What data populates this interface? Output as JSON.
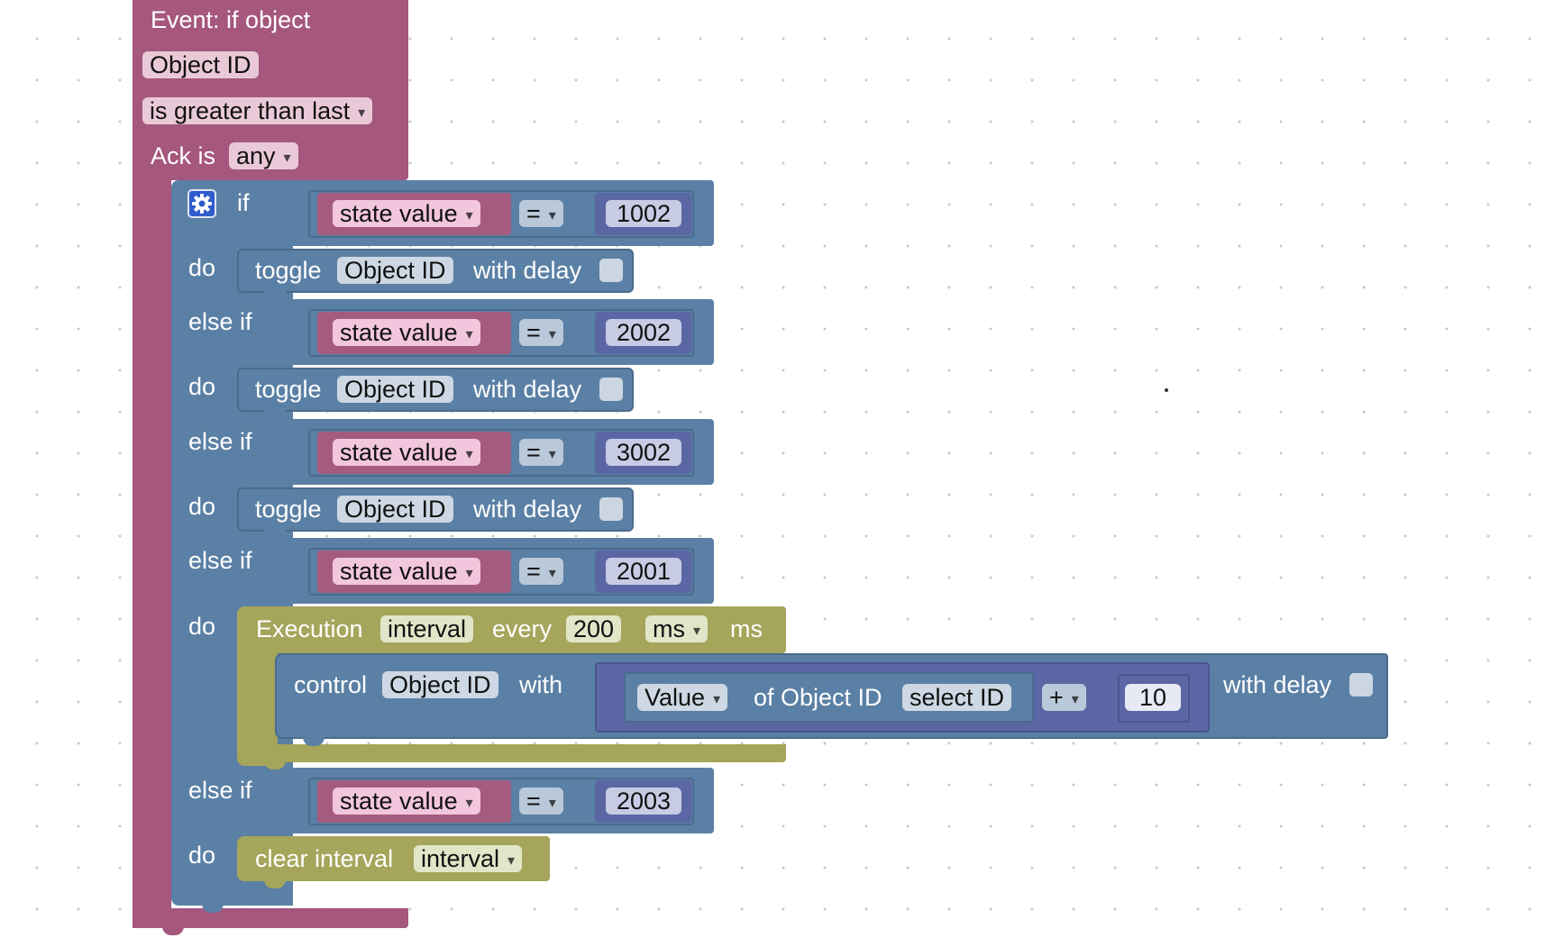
{
  "colors": {
    "event": "#a5577d",
    "logic": "#5b80a5",
    "compare": "#a55b80",
    "number": "#5b67a5",
    "timer": "#a5a55b",
    "canvas_dot": "#c9c9c9"
  },
  "event": {
    "title": "Event: if object",
    "object_field": "Object ID",
    "condition": "is greater than last",
    "ack_label": "Ack is",
    "ack_value": "any"
  },
  "if_block": {
    "settings_icon": "gear-icon",
    "if_label": "if",
    "do_label": "do",
    "else_if_label": "else if",
    "conditions": [
      {
        "left": "state value",
        "op": "=",
        "value": "1002"
      },
      {
        "left": "state value",
        "op": "=",
        "value": "2002"
      },
      {
        "left": "state value",
        "op": "=",
        "value": "3002"
      },
      {
        "left": "state value",
        "op": "=",
        "value": "2001"
      },
      {
        "left": "state value",
        "op": "=",
        "value": "2003"
      }
    ]
  },
  "toggle": {
    "label": "toggle",
    "object": "Object ID",
    "with_delay": "with delay"
  },
  "execution": {
    "label": "Execution",
    "variable": "interval",
    "every": "every",
    "interval_value": "200",
    "unit_dropdown": "ms",
    "unit_suffix": "ms"
  },
  "control": {
    "label": "control",
    "object": "Object ID",
    "with": "with",
    "value_dropdown": "Value",
    "of_object": "of Object ID",
    "select_id": "select ID",
    "math_op": "+",
    "math_value": "10",
    "with_delay": "with delay"
  },
  "clear_interval": {
    "label": "clear interval",
    "variable": "interval"
  }
}
